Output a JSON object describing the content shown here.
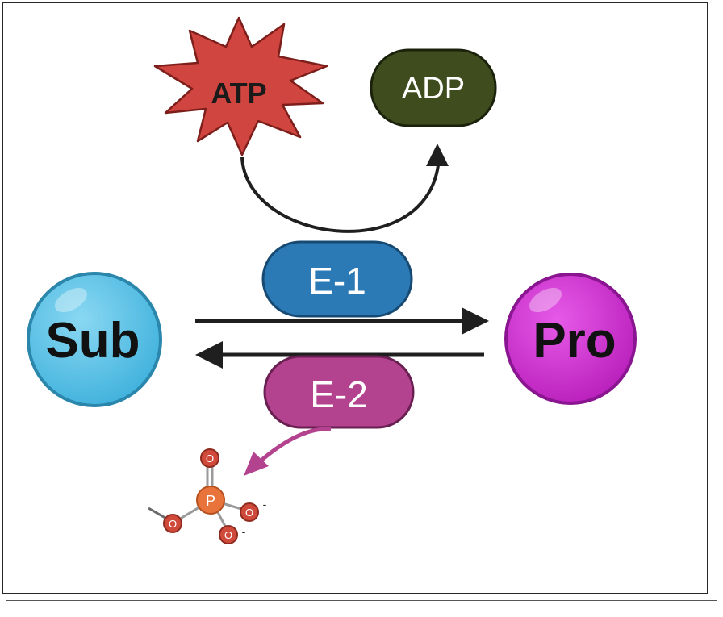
{
  "diagram": {
    "atp": {
      "label": "ATP"
    },
    "adp": {
      "label": "ADP"
    },
    "substrate": {
      "label": "Sub"
    },
    "product": {
      "label": "Pro"
    },
    "enzyme_forward": {
      "label": "E-1"
    },
    "enzyme_reverse": {
      "label": "E-2"
    },
    "phosphate": {
      "center_label": "P",
      "oxygen_top": "O",
      "oxygen_right": "O",
      "oxygen_bottom": "O",
      "oxygen_left": "O",
      "charge_right": "-",
      "charge_bottom": "-"
    }
  },
  "colors": {
    "atp_fill": "#d0453f",
    "adp_fill": "#3f4d1e",
    "substrate_fill": "#5cc3e6",
    "product_fill": "#cc2fce",
    "enzyme_forward_fill": "#2b7ab5",
    "enzyme_reverse_fill": "#b4438f",
    "phosphate_p": "#e8743c",
    "phosphate_o": "#cf4a3b",
    "arrows": "#1f1f1f",
    "phosphate_arrow": "#b4438f"
  }
}
